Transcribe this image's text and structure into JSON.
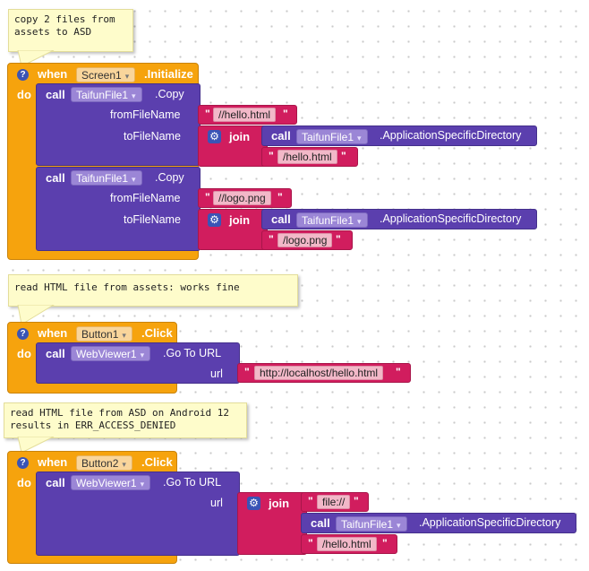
{
  "comments": {
    "c1": [
      "copy 2 files from",
      "assets to ASD"
    ],
    "c2": [
      "read HTML file from assets: works fine"
    ],
    "c3": [
      "read HTML file from ASD on Android 12",
      "results in ERR_ACCESS_DENIED"
    ]
  },
  "common": {
    "help": "?",
    "when": "when",
    "do": "do",
    "call": "call",
    "join": "join",
    "quote": "\"",
    "caret": "▾",
    "gear": "⚙"
  },
  "block1": {
    "component": "Screen1",
    "event": ".Initialize",
    "calls": [
      {
        "component": "TaifunFile1",
        "method": ".Copy",
        "from_label": "fromFileName",
        "from_value": "//hello.html",
        "to_label": "toFileName",
        "inner_component": "TaifunFile1",
        "inner_method": ".ApplicationSpecificDirectory",
        "join_value": "/hello.html"
      },
      {
        "component": "TaifunFile1",
        "method": ".Copy",
        "from_label": "fromFileName",
        "from_value": "//logo.png",
        "to_label": "toFileName",
        "inner_component": "TaifunFile1",
        "inner_method": ".ApplicationSpecificDirectory",
        "join_value": "/logo.png"
      }
    ]
  },
  "block2": {
    "component": "Button1",
    "event": ".Click",
    "call_component": "WebViewer1",
    "method": ".Go To URL",
    "param": "url",
    "value": "http://localhost/hello.html"
  },
  "block3": {
    "component": "Button2",
    "event": ".Click",
    "call_component": "WebViewer1",
    "method": ".Go To URL",
    "param": "url",
    "join_first": "file://",
    "inner_component": "TaifunFile1",
    "inner_method": ".ApplicationSpecificDirectory",
    "join_last": "/hello.html"
  },
  "colors": {
    "event": "#f6a30d",
    "call": "#5b3fae",
    "text": "#d11d5e",
    "comment": "#fefccb",
    "mutator": "#3a54b6"
  }
}
